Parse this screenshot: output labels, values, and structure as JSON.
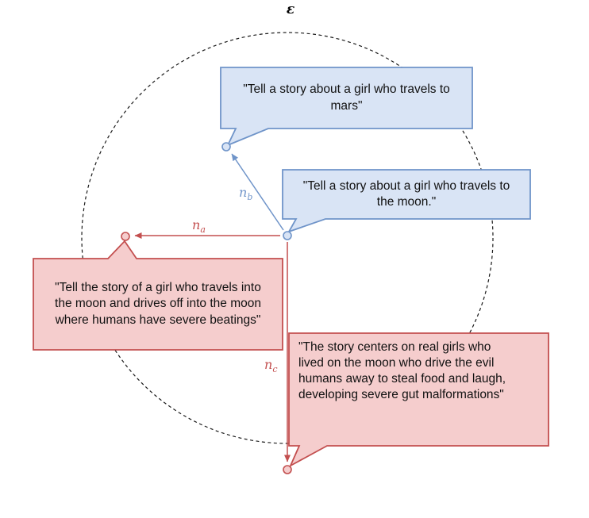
{
  "diagram": {
    "epsilon_label": "ε",
    "node_labels": {
      "na": {
        "base": "n",
        "sub": "a"
      },
      "nb": {
        "base": "n",
        "sub": "b"
      },
      "nc": {
        "base": "n",
        "sub": "c"
      }
    },
    "bubbles": {
      "mars": {
        "text": "\"Tell a story about a girl who travels to mars\""
      },
      "moon": {
        "text": "\"Tell a story about a girl who travels to the moon.\""
      },
      "story_a": {
        "text": "\"Tell the story of a girl who travels into the moon and drives off into the moon where humans have severe beatings\""
      },
      "story_c": {
        "text": "\"The story centers on real girls who lived on the moon who drive the evil humans away to steal food and laugh, developing severe gut malformations\""
      }
    },
    "colors": {
      "blue_fill": "#d9e4f5",
      "blue_stroke": "#6f94c9",
      "red_fill": "#f5cdcd",
      "red_stroke": "#c34f4f",
      "boundary_stroke": "#1a1a1a",
      "text": "#111111"
    }
  }
}
